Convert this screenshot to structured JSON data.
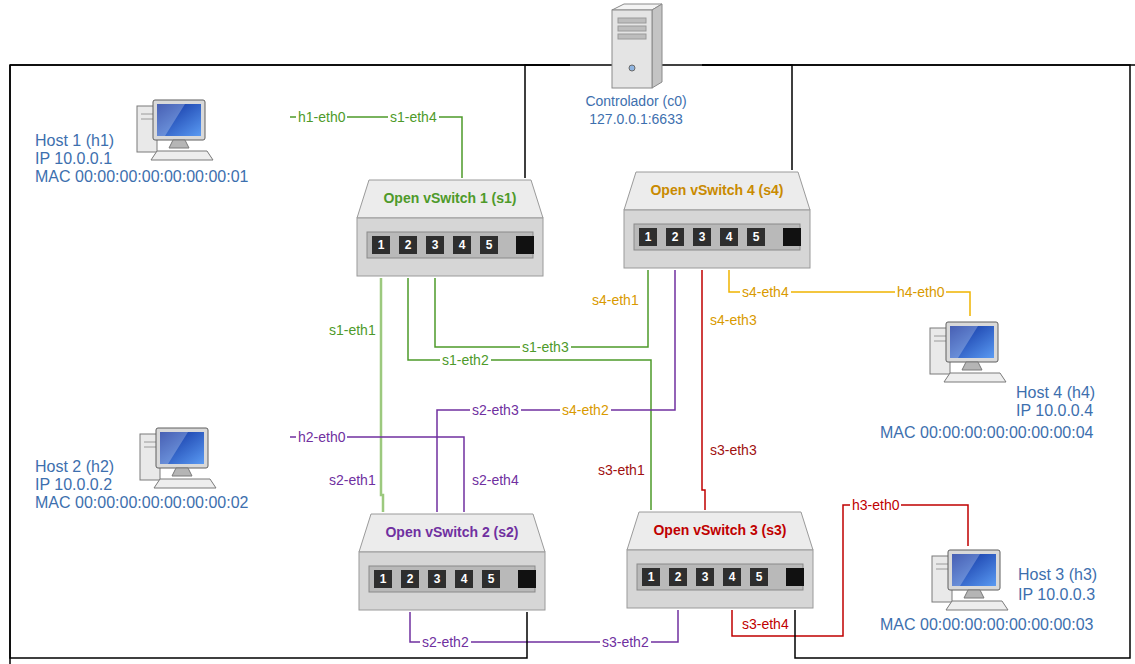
{
  "diagram": {
    "nodes": [
      {
        "text": [
          "Host 1 (h1)",
          "IP 10.0.0.1",
          "MAC 00:00:00:00:00:00:00:01"
        ]
      },
      {
        "text": [
          "Controlador (c0)",
          "127.0.0.1:6633"
        ]
      },
      {
        "text": [
          "Open vSwitch 1 (s1)",
          "1",
          "2",
          "3",
          "4",
          "5"
        ]
      },
      {
        "text": [
          "Open vSwitch 4 (s4)",
          "1",
          "2",
          "3",
          "4",
          "5"
        ]
      },
      {
        "text": [
          "Host 4 (h4)",
          "IP 10.0.0.4",
          "MAC 00:00:00:00:00:00:00:04"
        ]
      },
      {
        "text": [
          "Host 2 (h2)",
          "IP 10.0.0.2",
          "MAC 00:00:00:00:00:00:00:02"
        ]
      },
      {
        "text": [
          "Open vSwitch 2 (s2)",
          "1",
          "2",
          "3",
          "4",
          "5"
        ]
      },
      {
        "text": [
          "Open vSwitch 3 (s3)",
          "1",
          "2",
          "3",
          "4",
          "5"
        ]
      },
      {
        "text": [
          "Host 3 (h3)",
          "IP 10.0.0.3",
          "MAC 00:00:00:00:00:00:00:03"
        ]
      }
    ],
    "edges": [
      {
        "from": 0,
        "to": 2,
        "arrow": "none"
      },
      {
        "from": 2,
        "to": 6,
        "arrow": "none"
      },
      {
        "from": 2,
        "to": 7,
        "arrow": "none"
      },
      {
        "from": 2,
        "to": 3,
        "arrow": "none"
      },
      {
        "from": 3,
        "to": 6,
        "arrow": "none"
      },
      {
        "from": 3,
        "to": 7,
        "arrow": "none"
      },
      {
        "from": 3,
        "to": 4,
        "arrow": "none"
      },
      {
        "from": 5,
        "to": 6,
        "arrow": "none"
      },
      {
        "from": 6,
        "to": 7,
        "arrow": "none"
      },
      {
        "from": 7,
        "to": 8,
        "arrow": "none"
      },
      {
        "from": 1,
        "to": 2,
        "arrow": "none"
      },
      {
        "from": 1,
        "to": 3,
        "arrow": "none"
      },
      {
        "from": 1,
        "to": 6,
        "arrow": "none"
      },
      {
        "from": 1,
        "to": 7,
        "arrow": "none"
      }
    ],
    "labels": [
      "h1-eth0",
      "s1-eth4",
      "s1-eth1",
      "s1-eth3",
      "s1-eth2",
      "s4-eth1",
      "s4-eth2",
      "s4-eth3",
      "s4-eth4",
      "h4-eth0",
      "h2-eth0",
      "s2-eth3",
      "s2-eth1",
      "s2-eth4",
      "s3-eth3",
      "s3-eth1",
      "h3-eth0",
      "s2-eth2",
      "s3-eth2",
      "s3-eth4"
    ]
  }
}
